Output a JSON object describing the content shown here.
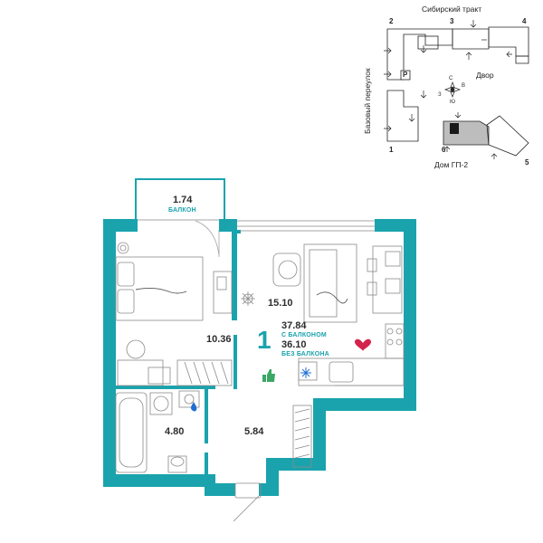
{
  "site_map": {
    "street_top": "Сибирский тракт",
    "street_left": "Базовый переулок",
    "courtyard": "Двор",
    "building_label": "Дом ГП-2",
    "parking_mark": "P",
    "section_numbers": [
      "1",
      "2",
      "3",
      "4",
      "5",
      "6"
    ],
    "compass": {
      "n": "С",
      "e": "В",
      "s": "Ю",
      "w": "З"
    }
  },
  "plan": {
    "balcony": {
      "area": "1.74",
      "label": "БАЛКОН"
    },
    "bedroom_area": "10.36",
    "living_area": "15.10",
    "bathroom_area": "4.80",
    "hall_area": "5.84",
    "room_count": "1",
    "total_with_balcony": "37.84",
    "with_balcony_label": "С БАЛКОНОМ",
    "total_without_balcony": "36.10",
    "without_balcony_label": "БЕЗ БАЛКОНА"
  },
  "colors": {
    "wall": "#1aa3ad",
    "accent": "#1aa3ad",
    "heart": "#d4234d",
    "furniture": "#8a8a8a"
  }
}
